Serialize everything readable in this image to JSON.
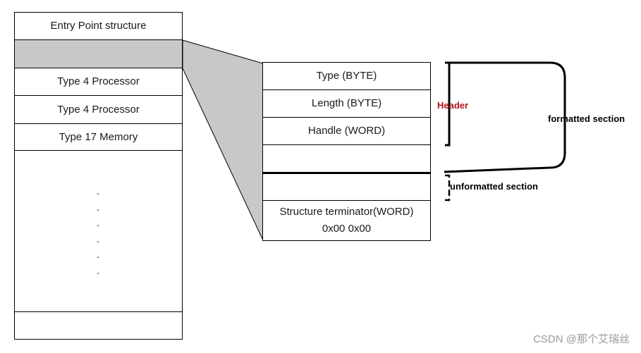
{
  "left_table": {
    "rows": [
      "Entry Point structure",
      "",
      "Type 4 Processor",
      "Type 4 Processor",
      "Type 17 Memory"
    ],
    "ellipsis": [
      ".",
      ".",
      ".",
      ".",
      ".",
      "."
    ]
  },
  "structure_detail": {
    "fields": [
      "Type (BYTE)",
      "Length (BYTE)",
      "Handle (WORD)",
      "",
      ""
    ],
    "terminator_line1": "Structure terminator(WORD)",
    "terminator_line2": "0x00 0x00"
  },
  "annotations": {
    "header": "Header",
    "formatted": "formatted section",
    "unformatted": "unformatted section"
  },
  "colors": {
    "header_label": "#b01515",
    "shaded": "#c8c8c8"
  },
  "watermark": "CSDN @那个艾瑞丝"
}
